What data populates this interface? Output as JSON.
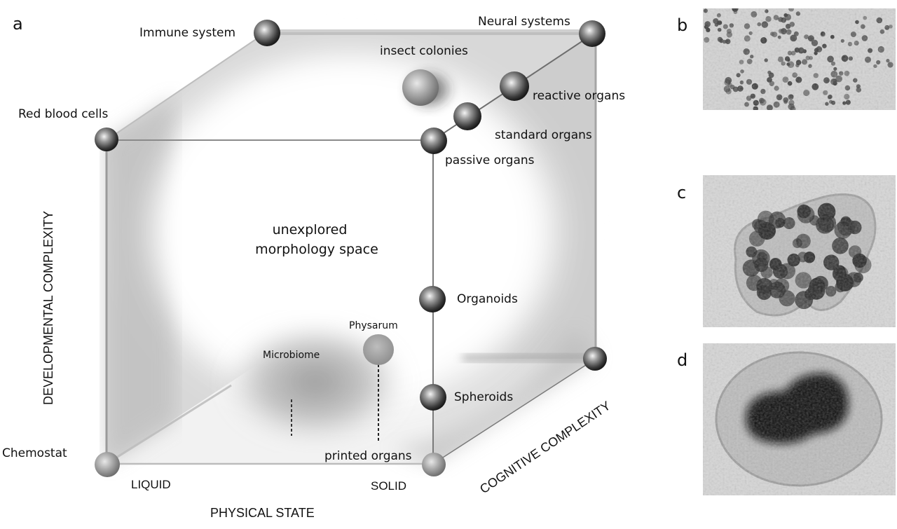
{
  "figure": {
    "panels": [
      {
        "id": "a",
        "letter": "a"
      },
      {
        "id": "b",
        "letter": "b"
      },
      {
        "id": "c",
        "letter": "c"
      },
      {
        "id": "d",
        "letter": "d"
      }
    ],
    "axes": {
      "x": "PHYSICAL STATE",
      "y": "DEVELOPMENTAL COMPLEXITY",
      "z": "COGNITIVE COMPLEXITY",
      "x_min_label": "LIQUID",
      "x_max_label": "SOLID"
    },
    "center_label": [
      "unexplored",
      "morphology space"
    ],
    "nodes": {
      "immune_system": "Immune system",
      "neural_systems": "Neural systems",
      "insect_colonies": "insect colonies",
      "reactive_organs": "reactive organs",
      "standard_organs": "standard organs",
      "passive_organs": "passive organs",
      "red_blood_cells": "Red blood cells",
      "organoids": "Organoids",
      "physarum": "Physarum",
      "microbiome": "Microbiome",
      "spheroids": "Spheroids",
      "printed_organs": "printed organs",
      "chemostat": "Chemostat"
    },
    "micrographs": {
      "b": "dispersed cell clusters",
      "c": "compact cell aggregate",
      "d": "dense spheroid"
    }
  }
}
